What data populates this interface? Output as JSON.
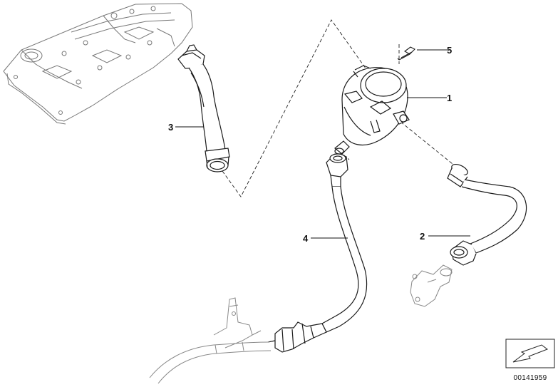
{
  "callouts": [
    {
      "id": "1",
      "label": "1"
    },
    {
      "id": "2",
      "label": "2"
    },
    {
      "id": "3",
      "label": "3"
    },
    {
      "id": "4",
      "label": "4"
    },
    {
      "id": "5",
      "label": "5"
    }
  ],
  "reference_number": "00141959",
  "icons": {
    "direction_arrow": "arrow-down-left-icon"
  }
}
